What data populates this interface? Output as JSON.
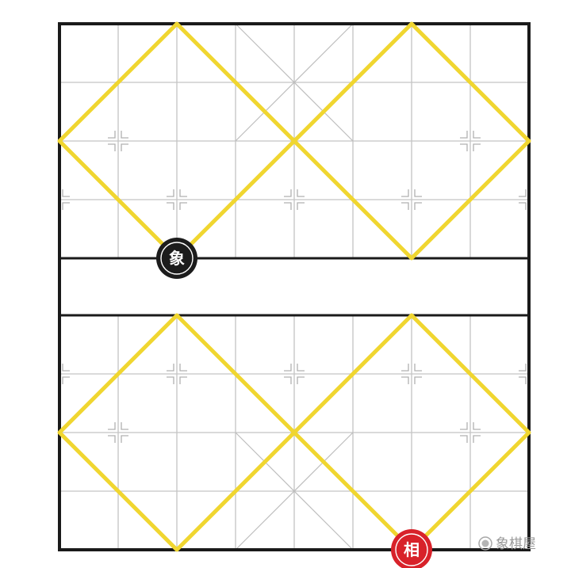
{
  "board": {
    "files": 9,
    "ranks": 10,
    "colors": {
      "frame": "#1a1a1a",
      "river_line": "#1a1a1a",
      "grid": "#c4c4c4",
      "palace_line": "#bdbdbd",
      "elephant_path": "#f0d630"
    },
    "elephant_paths": [
      {
        "side": "black",
        "points": [
          [
            2,
            9
          ],
          [
            0,
            7
          ],
          [
            2,
            5
          ],
          [
            4,
            7
          ]
        ]
      },
      {
        "side": "black",
        "points": [
          [
            4,
            7
          ],
          [
            6,
            9
          ],
          [
            8,
            7
          ],
          [
            6,
            5
          ],
          [
            4,
            7
          ]
        ]
      },
      {
        "side": "black",
        "points": [
          [
            2,
            9
          ],
          [
            4,
            7
          ]
        ]
      },
      {
        "side": "red",
        "points": [
          [
            2,
            4
          ],
          [
            0,
            2
          ],
          [
            2,
            0
          ],
          [
            4,
            2
          ],
          [
            2,
            4
          ]
        ]
      },
      {
        "side": "red",
        "points": [
          [
            4,
            2
          ],
          [
            6,
            4
          ],
          [
            8,
            2
          ],
          [
            6,
            0
          ],
          [
            4,
            2
          ]
        ]
      }
    ]
  },
  "pieces": [
    {
      "id": "black-elephant",
      "label": "象",
      "file": 2,
      "rank": 5,
      "color": "#1c1c1c",
      "ring": "#ffffff",
      "text_color": "#ffffff"
    },
    {
      "id": "red-minister",
      "label": "相",
      "file": 6,
      "rank": 0,
      "color": "#d8222a",
      "ring": "#ffffff",
      "text_color": "#ffffff"
    }
  ],
  "watermark": {
    "text": "象棋屋",
    "icon": "chess-piece-icon",
    "color": "#9a9a9a"
  }
}
